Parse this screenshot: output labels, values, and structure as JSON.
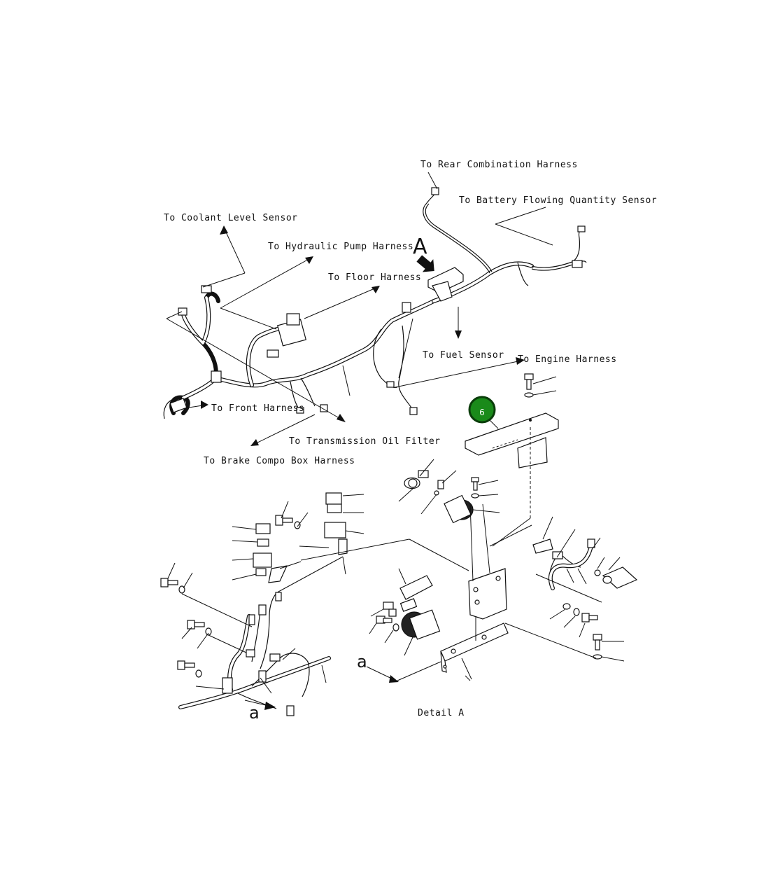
{
  "labels": {
    "rear_combination": "To Rear Combination Harness",
    "battery_flowing": "To Battery Flowing Quantity Sensor",
    "coolant_level": "To Coolant Level Sensor",
    "hydraulic_pump": "To Hydraulic Pump Harness",
    "floor": "To Floor Harness",
    "fuel_sensor": "To Fuel Sensor",
    "engine": "To Engine Harness",
    "front": "To Front Harness",
    "transmission": "To Transmission Oil Filter",
    "brake_compo": "To Brake Compo Box Harness",
    "detail_a": "Detail A"
  },
  "markers": {
    "view_A": "A",
    "ref_a_left": "a",
    "ref_a_bottom": "a"
  },
  "callout": {
    "number": "6",
    "fill": "#1a8a1a",
    "ring": "#0a3d0a"
  }
}
